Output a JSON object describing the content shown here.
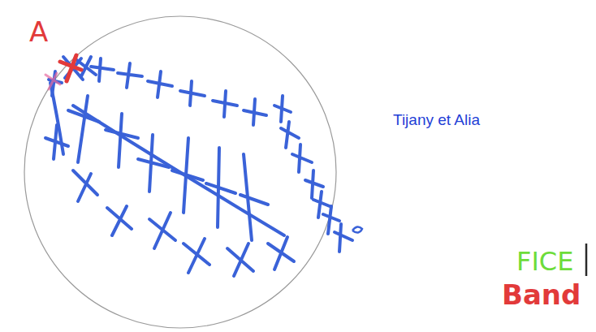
{
  "diagram": {
    "labels": [
      "A",
      "Tijany et Alia",
      "FICE",
      "Band"
    ]
  }
}
